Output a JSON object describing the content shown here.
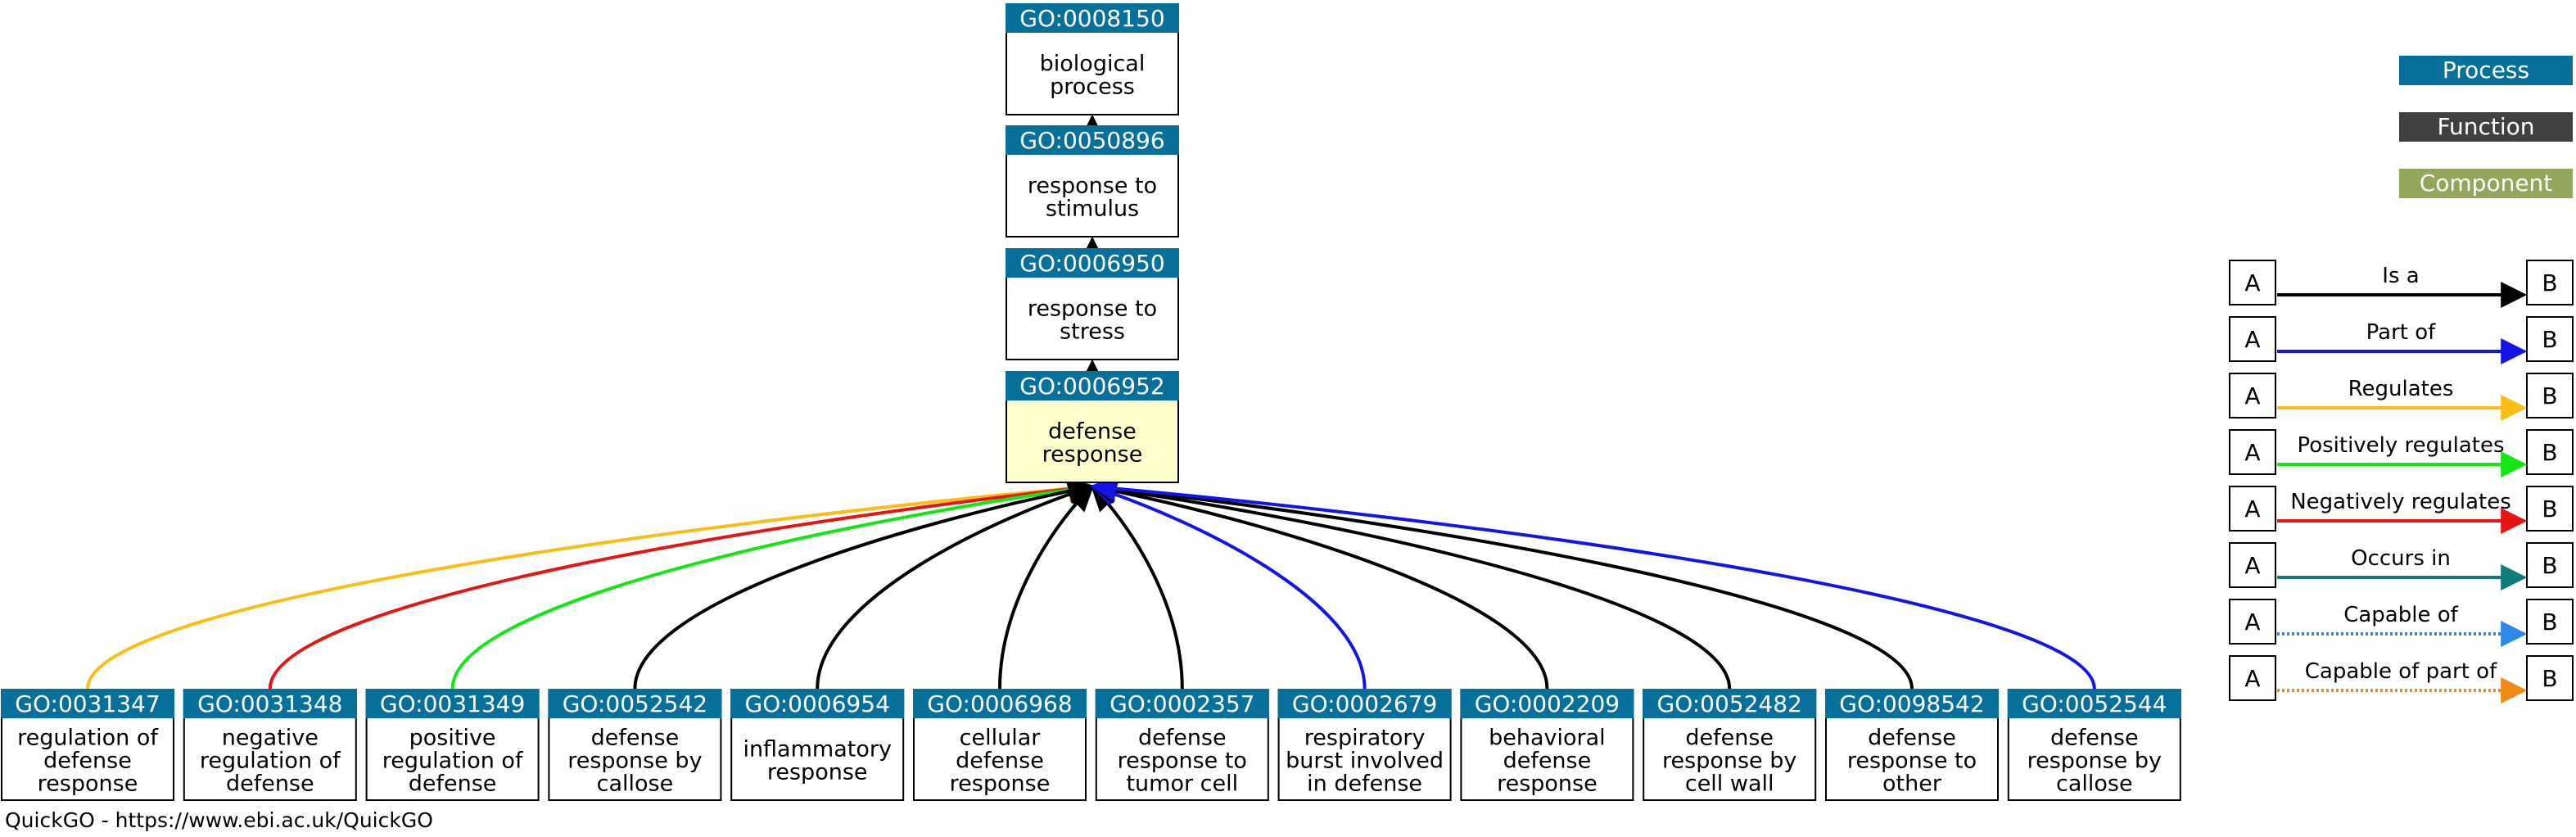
{
  "colors": {
    "process": "#06709a",
    "function": "#404040",
    "component": "#93a75c",
    "highlight": "#ffffcc",
    "is_a": "#000000",
    "part_of": "#1414e6",
    "regulates": "#fbbd14",
    "positively_regulates": "#14e614",
    "negatively_regulates": "#e61414",
    "occurs_in": "#117a7a",
    "capable_of": "#2b8ae8",
    "capable_of_part_of": "#f08a14"
  },
  "ancestors": [
    {
      "id": "GO:0008150",
      "lines": [
        "biological",
        "process"
      ]
    },
    {
      "id": "GO:0050896",
      "lines": [
        "response to",
        "stimulus"
      ]
    },
    {
      "id": "GO:0006950",
      "lines": [
        "response to",
        "stress"
      ]
    },
    {
      "id": "GO:0006952",
      "lines": [
        "defense",
        "response"
      ],
      "highlight": true
    }
  ],
  "children": [
    {
      "id": "GO:0031347",
      "lines": [
        "regulation of",
        "defense",
        "response"
      ],
      "relation": "regulates"
    },
    {
      "id": "GO:0031348",
      "lines": [
        "negative",
        "regulation of",
        "defense"
      ],
      "relation": "negatively_regulates"
    },
    {
      "id": "GO:0031349",
      "lines": [
        "positive",
        "regulation of",
        "defense"
      ],
      "relation": "positively_regulates"
    },
    {
      "id": "GO:0052542",
      "lines": [
        "defense",
        "response by",
        "callose"
      ],
      "relation": "is_a"
    },
    {
      "id": "GO:0006954",
      "lines": [
        "inflammatory",
        "response"
      ],
      "relation": "is_a"
    },
    {
      "id": "GO:0006968",
      "lines": [
        "cellular",
        "defense",
        "response"
      ],
      "relation": "is_a"
    },
    {
      "id": "GO:0002357",
      "lines": [
        "defense",
        "response to",
        "tumor cell"
      ],
      "relation": "is_a"
    },
    {
      "id": "GO:0002679",
      "lines": [
        "respiratory",
        "burst involved",
        "in defense"
      ],
      "relation": "part_of"
    },
    {
      "id": "GO:0002209",
      "lines": [
        "behavioral",
        "defense",
        "response"
      ],
      "relation": "is_a"
    },
    {
      "id": "GO:0052482",
      "lines": [
        "defense",
        "response by",
        "cell wall"
      ],
      "relation": "is_a"
    },
    {
      "id": "GO:0098542",
      "lines": [
        "defense",
        "response to",
        "other"
      ],
      "relation": "is_a"
    },
    {
      "id": "GO:0052544",
      "lines": [
        "defense",
        "response by",
        "callose"
      ],
      "relation": "part_of"
    }
  ],
  "aspect_legend": [
    {
      "label": "Process",
      "color_key": "process"
    },
    {
      "label": "Function",
      "color_key": "function"
    },
    {
      "label": "Component",
      "color_key": "component"
    }
  ],
  "relation_legend": [
    {
      "label": "Is a",
      "key": "is_a",
      "dotted": false
    },
    {
      "label": "Part of",
      "key": "part_of",
      "dotted": false
    },
    {
      "label": "Regulates",
      "key": "regulates",
      "dotted": false
    },
    {
      "label": "Positively regulates",
      "key": "positively_regulates",
      "dotted": false
    },
    {
      "label": "Negatively regulates",
      "key": "negatively_regulates",
      "dotted": false
    },
    {
      "label": "Occurs in",
      "key": "occurs_in",
      "dotted": false
    },
    {
      "label": "Capable of",
      "key": "capable_of",
      "dotted": true
    },
    {
      "label": "Capable of part of",
      "key": "capable_of_part_of",
      "dotted": true
    }
  ],
  "legend_node_a": "A",
  "legend_node_b": "B",
  "footer": "QuickGO - https://www.ebi.ac.uk/QuickGO"
}
